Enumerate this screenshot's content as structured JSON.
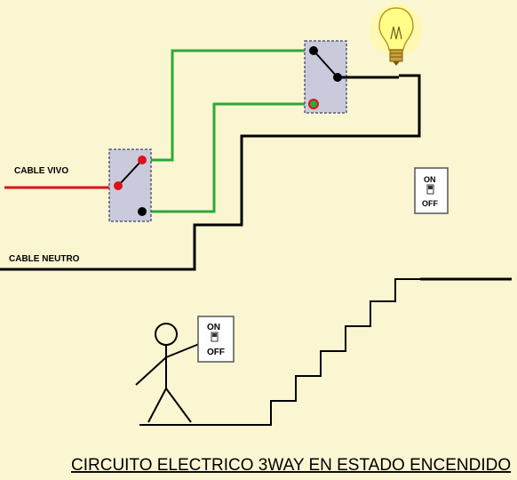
{
  "labels": {
    "live_wire": "CABLE VIVO",
    "neutral_wire": "CABLE NEUTRO"
  },
  "wall_switch_upper": {
    "on": "ON",
    "off": "OFF"
  },
  "wall_switch_person": {
    "on": "ON",
    "off": "OFF"
  },
  "caption": "CIRCUITO ELECTRICO 3WAY  EN ESTADO ENCENDIDO",
  "state": "ENCENDIDO",
  "colors": {
    "background": "#fbf6d2",
    "live_wire": "#e0101a",
    "traveler_wire": "#2ea83a",
    "neutral_wire": "#000000",
    "switch_box": "#c9cadc",
    "bulb_glow": "#fff8a8"
  }
}
